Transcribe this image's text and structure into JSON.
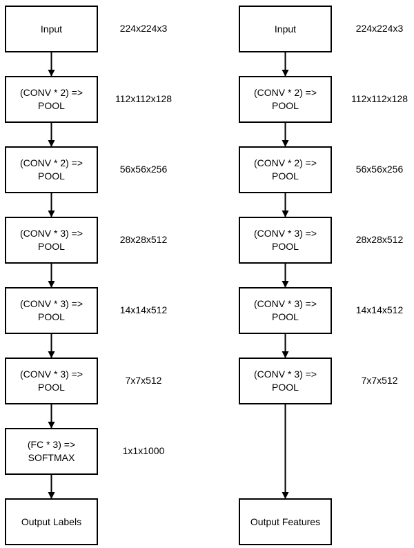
{
  "left_column": {
    "nodes": [
      {
        "label": "Input",
        "dims": "224x224x3"
      },
      {
        "label": "(CONV * 2) =>\nPOOL",
        "dims": "112x112x128"
      },
      {
        "label": "(CONV * 2) =>\nPOOL",
        "dims": "56x56x256"
      },
      {
        "label": "(CONV * 3) =>\nPOOL",
        "dims": "28x28x512"
      },
      {
        "label": "(CONV * 3) =>\nPOOL",
        "dims": "14x14x512"
      },
      {
        "label": "(CONV * 3) =>\nPOOL",
        "dims": "7x7x512"
      },
      {
        "label": "(FC * 3) =>\nSOFTMAX",
        "dims": "1x1x1000"
      },
      {
        "label": "Output Labels",
        "dims": ""
      }
    ]
  },
  "right_column": {
    "nodes": [
      {
        "label": "Input",
        "dims": "224x224x3"
      },
      {
        "label": "(CONV * 2) =>\nPOOL",
        "dims": "112x112x128"
      },
      {
        "label": "(CONV * 2) =>\nPOOL",
        "dims": "56x56x256"
      },
      {
        "label": "(CONV * 3) =>\nPOOL",
        "dims": "28x28x512"
      },
      {
        "label": "(CONV * 3) =>\nPOOL",
        "dims": "14x14x512"
      },
      {
        "label": "(CONV * 3) =>\nPOOL",
        "dims": "7x7x512"
      },
      {
        "label": "Output Features",
        "dims": ""
      }
    ]
  }
}
